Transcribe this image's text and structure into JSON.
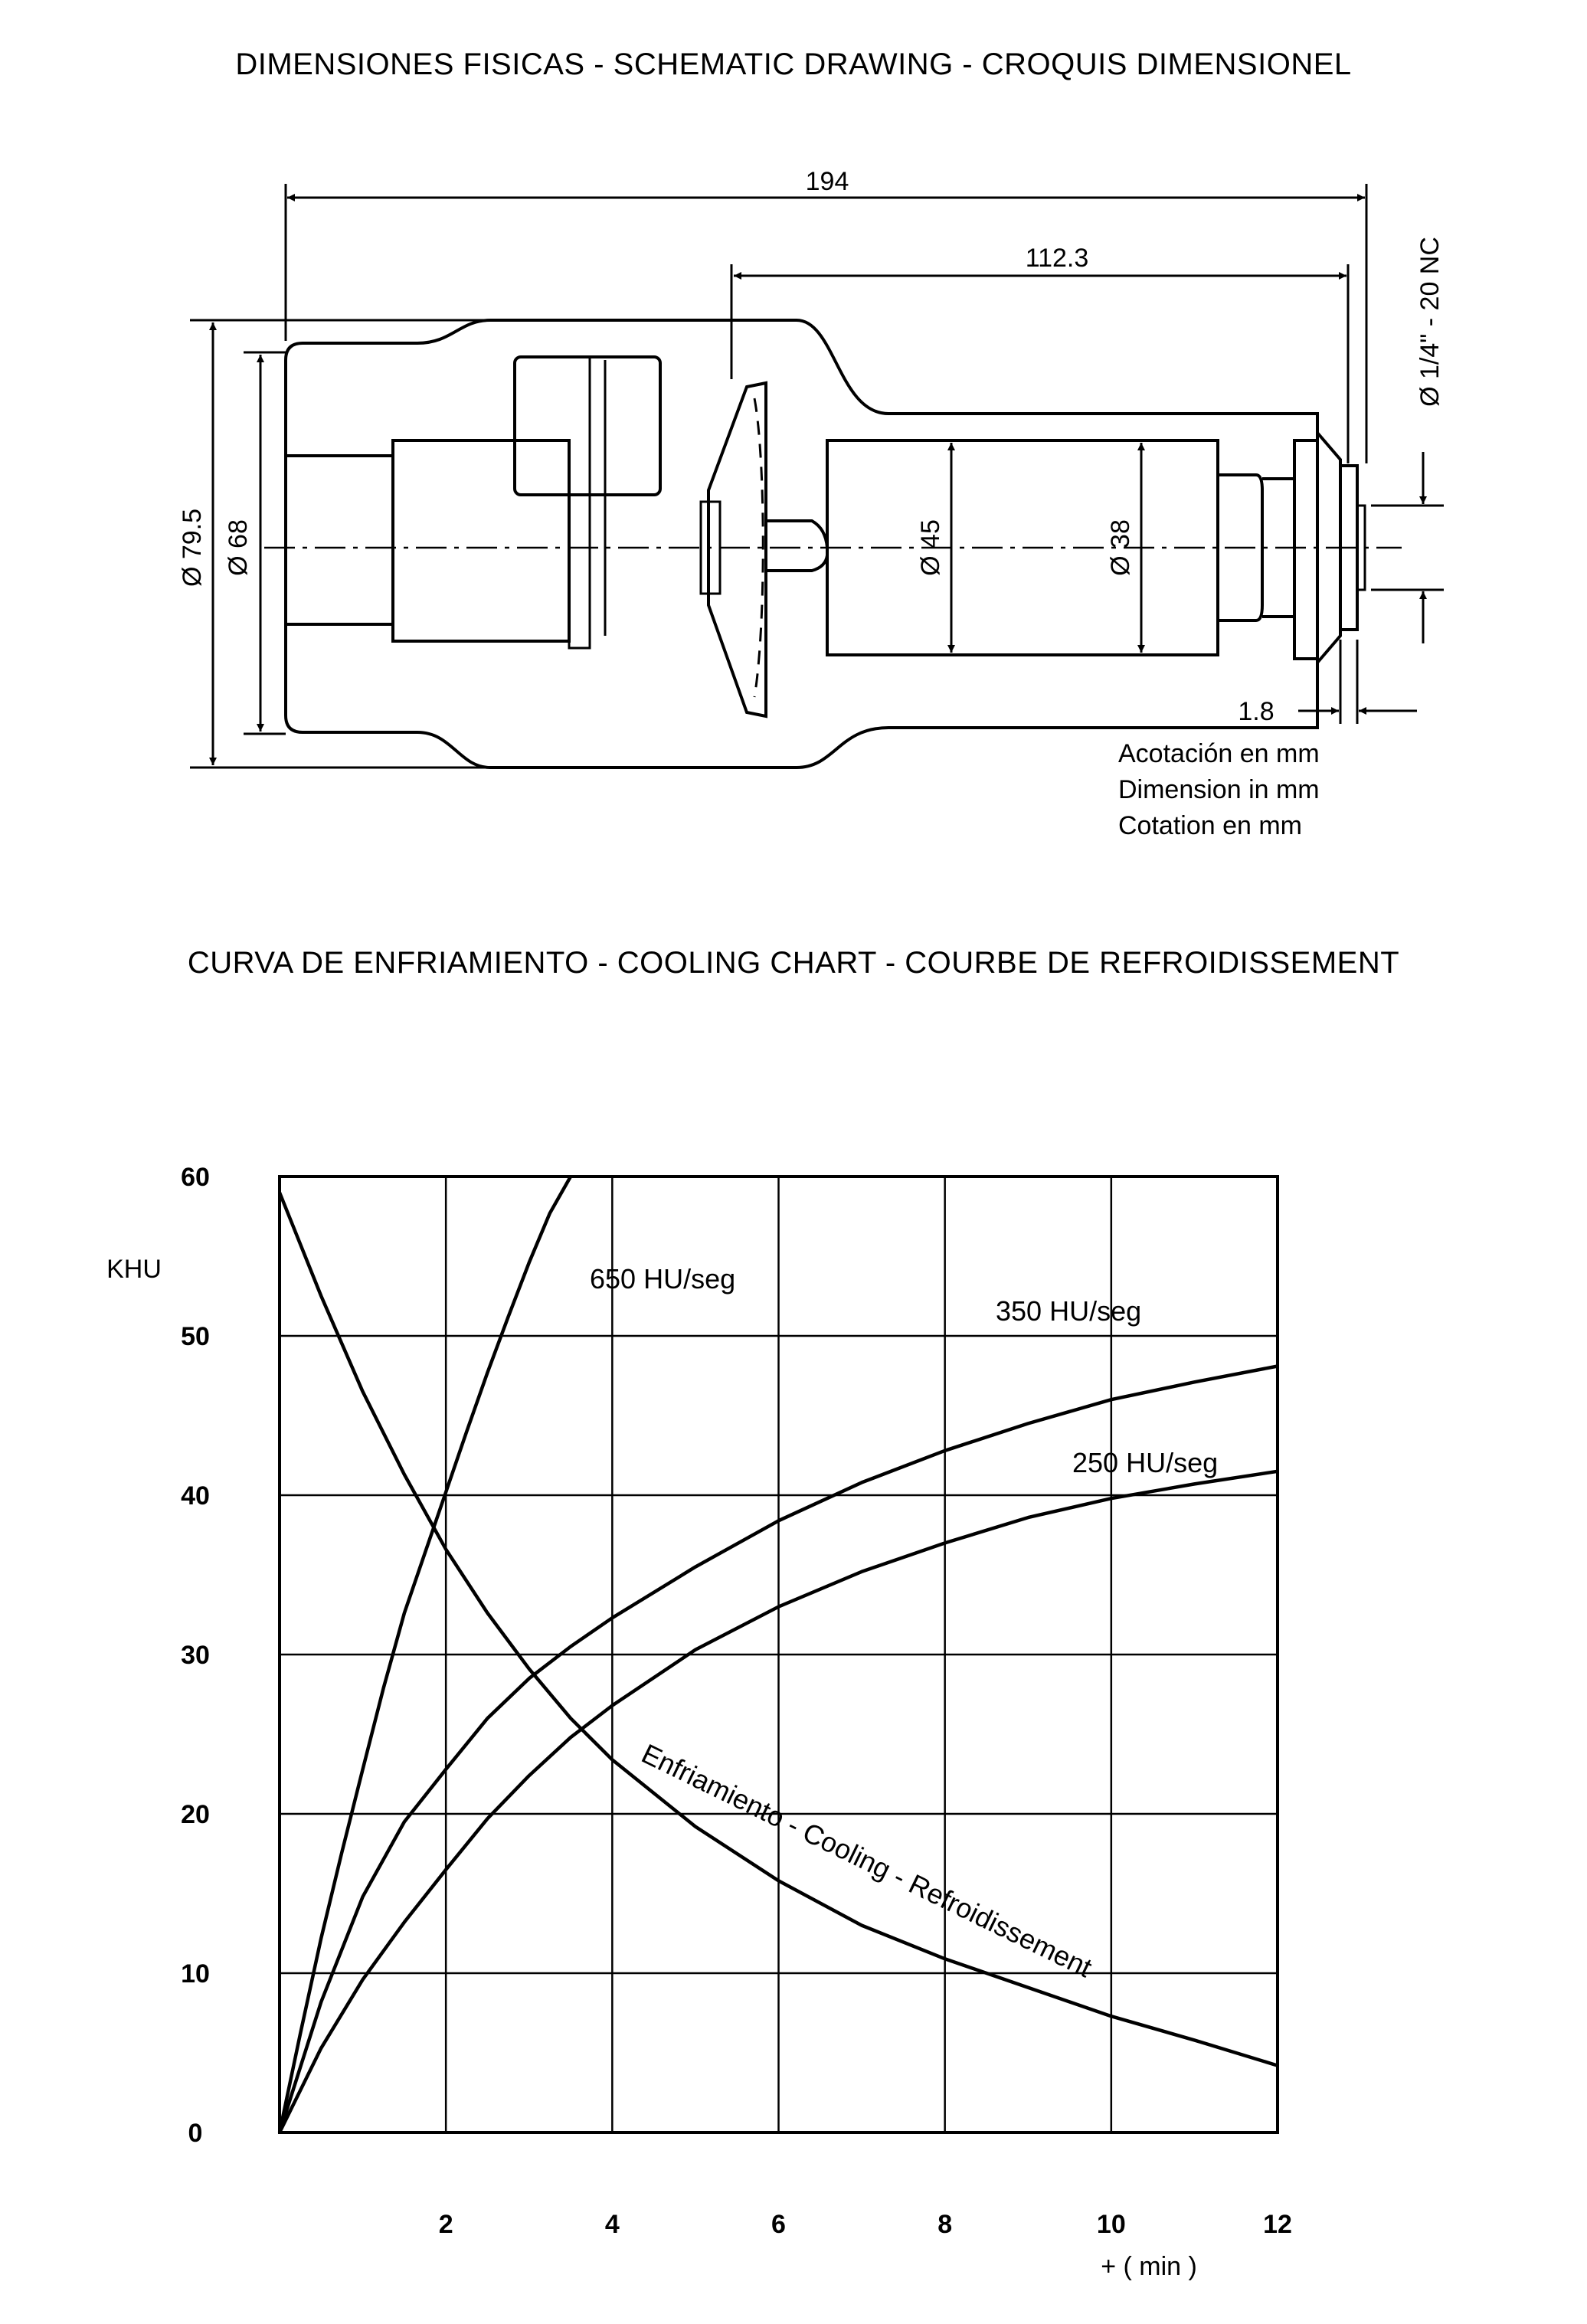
{
  "drawing": {
    "title": "DIMENSIONES FISICAS - SCHEMATIC DRAWING - CROQUIS DIMENSIONEL",
    "dims": {
      "overall_length": "194",
      "anode_length": "112.3",
      "thread": "Ø 1/4\" - 20 NC",
      "envelope_dia": "Ø 79.5",
      "inner_dia": "Ø 68",
      "anode_dia": "Ø 45",
      "body_dia": "Ø 38",
      "gap": "1.8"
    },
    "units_note": [
      "Acotación en mm",
      "Dimension in mm",
      "Cotation en mm"
    ]
  },
  "cooling": {
    "title": "CURVA DE ENFRIAMIENTO - COOLING CHART - COURBE DE REFROIDISSEMENT"
  },
  "chart_data": {
    "type": "line",
    "title": "CURVA DE ENFRIAMIENTO - COOLING CHART - COURBE DE REFROIDISSEMENT",
    "xlabel": "+ ( min )",
    "ylabel": "KHU",
    "xlim": [
      0,
      12
    ],
    "ylim": [
      0,
      60
    ],
    "xticks": [
      "2",
      "4",
      "6",
      "8",
      "10",
      "12"
    ],
    "yticks": [
      "0",
      "10",
      "20",
      "30",
      "40",
      "50",
      "60"
    ],
    "grid": true,
    "series": [
      {
        "name": "650 HU/seg",
        "x": [
          0,
          0.25,
          0.5,
          0.75,
          1,
          1.25,
          1.5,
          1.75,
          2,
          2.25,
          2.5,
          2.75,
          3,
          3.25,
          3.5
        ],
        "y": [
          0,
          6.2,
          12.2,
          17.6,
          22.8,
          27.9,
          32.6,
          36.4,
          40.2,
          44.0,
          47.7,
          51.2,
          54.6,
          57.7,
          60
        ]
      },
      {
        "name": "350 HU/seg",
        "x": [
          0,
          0.5,
          1,
          1.5,
          2,
          2.5,
          3,
          3.5,
          4,
          5,
          6,
          7,
          8,
          9,
          10,
          11,
          12
        ],
        "y": [
          0,
          8.2,
          14.8,
          19.5,
          22.8,
          26,
          28.5,
          30.5,
          32.3,
          35.5,
          38.4,
          40.8,
          42.8,
          44.5,
          46.0,
          47.1,
          48.1
        ]
      },
      {
        "name": "250 HU/seg",
        "x": [
          0,
          0.5,
          1,
          1.5,
          2,
          2.5,
          3,
          3.5,
          4,
          5,
          6,
          7,
          8,
          9,
          10,
          11,
          12
        ],
        "y": [
          0,
          5.3,
          9.6,
          13.2,
          16.5,
          19.7,
          22.4,
          24.8,
          26.8,
          30.3,
          33.0,
          35.2,
          37.0,
          38.6,
          39.8,
          40.7,
          41.5
        ]
      },
      {
        "name": "Enfriamiento - Cooling - Refroidissement",
        "x": [
          0,
          0.5,
          1,
          1.5,
          2,
          2.5,
          3,
          3.5,
          4,
          5,
          6,
          7,
          8,
          9,
          10,
          11,
          12
        ],
        "y": [
          59,
          52.5,
          46.5,
          41.3,
          36.6,
          32.6,
          29.1,
          26.0,
          23.4,
          19.2,
          15.8,
          13.0,
          10.9,
          9.1,
          7.3,
          5.8,
          4.2
        ]
      }
    ],
    "annotations": [
      "650 HU/seg",
      "350 HU/seg",
      "250 HU/seg",
      "Enfriamiento - Cooling - Refroidissement"
    ]
  }
}
